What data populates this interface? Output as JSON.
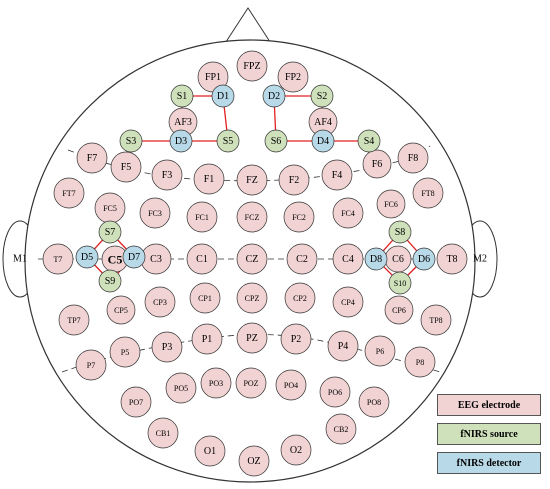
{
  "colors": {
    "eeg": "#f2d3d3",
    "source": "#cfe1bb",
    "detector": "#b8d9e8",
    "channel": "#e02020",
    "outline": "#333333"
  },
  "legend": {
    "eeg": "EEG electrode",
    "source": "fNIRS source",
    "detector": "fNIRS detector"
  },
  "ears": {
    "left": "M1",
    "right": "M2"
  },
  "electrodes": {
    "fp1": "FP1",
    "fpz": "FPZ",
    "fp2": "FP2",
    "af3": "AF3",
    "af4": "AF4",
    "f7": "F7",
    "f5": "F5",
    "f3": "F3",
    "f1": "F1",
    "fz": "FZ",
    "f2": "F2",
    "f4": "F4",
    "f6": "F6",
    "f8": "F8",
    "ft7": "FT7",
    "fc5": "FC5",
    "fc3": "FC3",
    "fc1": "FC1",
    "fcz": "FCZ",
    "fc2": "FC2",
    "fc4": "FC4",
    "fc6": "FC6",
    "ft8": "FT8",
    "t7": "T7",
    "c5": "C5",
    "c3": "C3",
    "c1": "C1",
    "cz": "CZ",
    "c2": "C2",
    "c4": "C4",
    "c6": "C6",
    "t8": "T8",
    "tp7": "TP7",
    "cp5": "CP5",
    "cp3": "CP3",
    "cp1": "CP1",
    "cpz": "CPZ",
    "cp2": "CP2",
    "cp4": "CP4",
    "cp6": "CP6",
    "tp8": "TP8",
    "p7": "P7",
    "p5": "P5",
    "p3": "P3",
    "p1": "P1",
    "pz": "PZ",
    "p2": "P2",
    "p4": "P4",
    "p6": "P6",
    "p8": "P8",
    "po7": "PO7",
    "po5": "PO5",
    "po3": "PO3",
    "poz": "POZ",
    "po4": "PO4",
    "po6": "PO6",
    "po8": "PO8",
    "cb1": "CB1",
    "o1": "O1",
    "oz": "OZ",
    "o2": "O2",
    "cb2": "CB2"
  },
  "sources": {
    "s1": "S1",
    "s2": "S2",
    "s3": "S3",
    "s4": "S4",
    "s5": "S5",
    "s6": "S6",
    "s7": "S7",
    "s8": "S8",
    "s9": "S9",
    "s10": "S10"
  },
  "detectors": {
    "d1": "D1",
    "d2": "D2",
    "d3": "D3",
    "d4": "D4",
    "d5": "D5",
    "d6": "D6",
    "d7": "D7",
    "d8": "D8"
  }
}
